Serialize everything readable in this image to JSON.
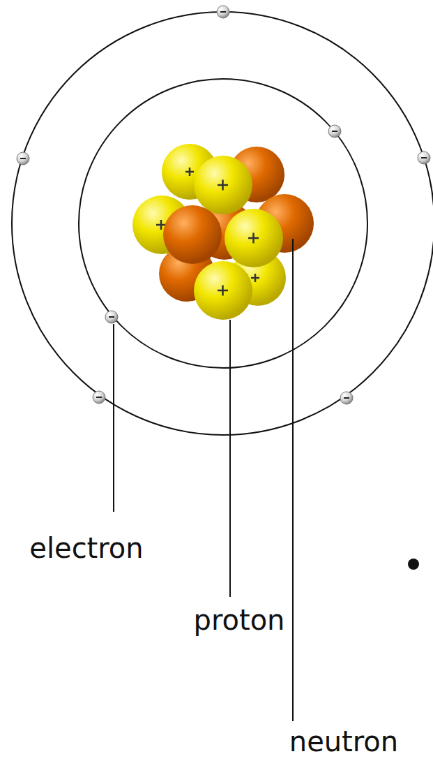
{
  "diagram": {
    "labels": [
      "electron",
      "proton",
      "neutron"
    ]
  }
}
